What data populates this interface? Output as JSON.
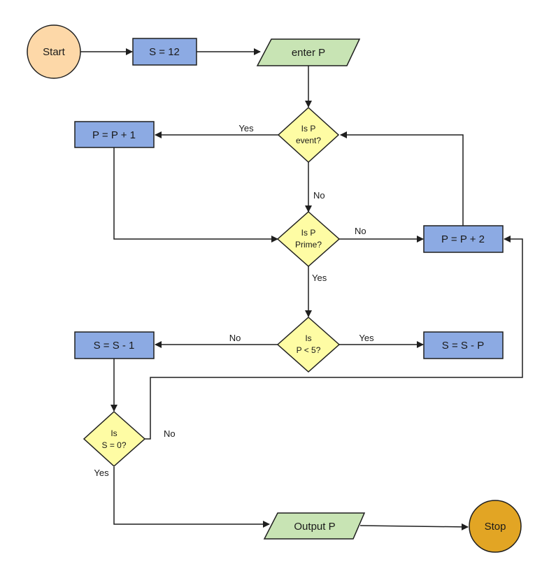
{
  "colors": {
    "start": "#fdd8a8",
    "stop": "#e2a524",
    "process": "#8caae3",
    "io": "#c8e4b4",
    "decision": "#fefca4",
    "stroke": "#1f1f1f"
  },
  "nodes": {
    "start": "Start",
    "stop": "Stop",
    "s_init": "S = 12",
    "enter_p": "enter P",
    "p_plus_1": "P = P + 1",
    "p_plus_2": "P = P + 2",
    "s_minus_1": "S = S - 1",
    "s_minus_p": "S = S - P",
    "output_p": "Output P",
    "is_even": {
      "line1": "Is P",
      "line2": "event?"
    },
    "is_prime": {
      "line1": "Is P",
      "line2": "Prime?"
    },
    "is_less5": {
      "line1": "Is",
      "line2": "P < 5?"
    },
    "is_zero": {
      "line1": "Is",
      "line2": "S = 0?"
    }
  },
  "edge_labels": {
    "even_yes": "Yes",
    "even_no": "No",
    "prime_no": "No",
    "prime_yes": "Yes",
    "less5_no": "No",
    "less5_yes": "Yes",
    "zero_no": "No",
    "zero_yes": "Yes"
  }
}
